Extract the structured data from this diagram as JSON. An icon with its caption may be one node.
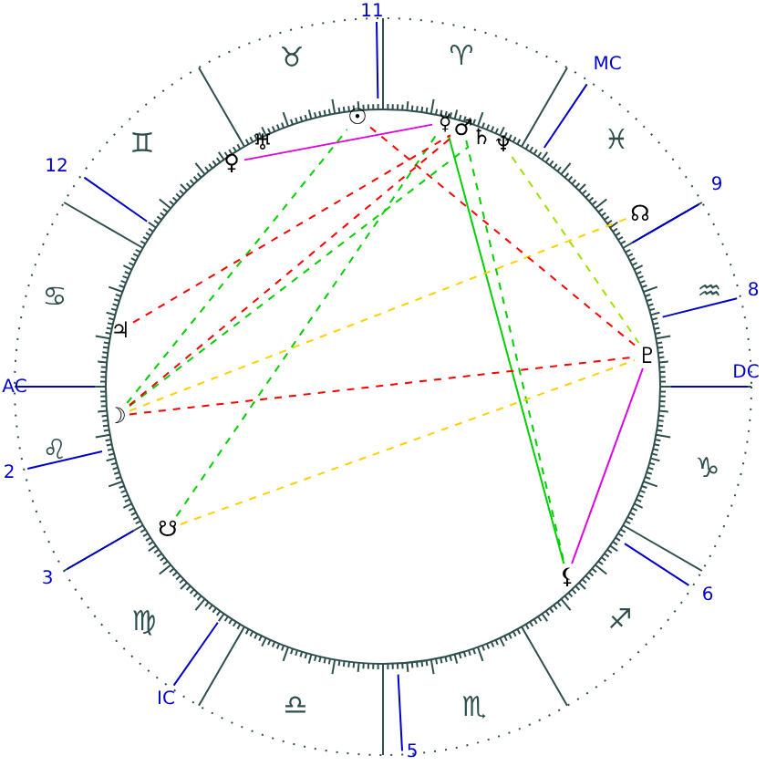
{
  "diagram": {
    "nodes": [
      {
        "text": [
          "☉"
        ]
      },
      {
        "text": [
          "♅"
        ]
      },
      {
        "text": [
          "♀"
        ]
      },
      {
        "text": [
          "☿"
        ]
      },
      {
        "text": [
          "♂"
        ]
      },
      {
        "text": [
          "♄"
        ]
      },
      {
        "text": [
          "♆"
        ]
      },
      {
        "text": [
          "☊"
        ]
      },
      {
        "text": [
          "♇"
        ]
      },
      {
        "text": [
          "♃"
        ]
      },
      {
        "text": [
          "☽"
        ]
      },
      {
        "text": [
          "☋"
        ]
      },
      {
        "text": [
          "⚸"
        ]
      }
    ],
    "edges": [
      {
        "from": 2,
        "to": 3,
        "arrow": "none",
        "color": "#e000e0"
      },
      {
        "from": 8,
        "to": 12,
        "arrow": "none",
        "color": "#e000e0"
      },
      {
        "from": 3,
        "to": 12,
        "arrow": "none",
        "color": "#00d000"
      },
      {
        "from": 4,
        "to": 12,
        "arrow": "none",
        "style": "dashed",
        "color": "#00d000"
      },
      {
        "from": 10,
        "to": 8,
        "arrow": "none",
        "style": "dashed",
        "color": "#ff0000"
      },
      {
        "from": 10,
        "to": 7,
        "arrow": "none",
        "style": "dashed",
        "color": "#ffd000"
      },
      {
        "from": 11,
        "to": 8,
        "arrow": "none",
        "style": "dashed",
        "color": "#ffd000"
      },
      {
        "from": 10,
        "to": 0,
        "arrow": "none",
        "style": "dashed",
        "color": "#00d000"
      },
      {
        "from": 10,
        "to": 5,
        "arrow": "none",
        "style": "dashed",
        "color": "#00d000"
      },
      {
        "from": 11,
        "to": 3,
        "arrow": "none",
        "style": "dashed",
        "color": "#00d000"
      },
      {
        "from": 9,
        "to": 4,
        "arrow": "none",
        "style": "dashed",
        "color": "#ff0000"
      },
      {
        "from": 0,
        "to": 8,
        "arrow": "none",
        "style": "dashed",
        "color": "#ff0000"
      },
      {
        "from": 6,
        "to": 8,
        "arrow": "none",
        "style": "dashed",
        "color": "#a0e000"
      },
      {
        "from": 10,
        "to": 4,
        "arrow": "none",
        "style": "dashed",
        "color": "#ff0000"
      }
    ],
    "labels": [
      "11",
      "♉",
      "♈",
      "MC",
      "♊",
      "♓",
      "9",
      "12",
      "♋",
      "♒",
      "8",
      "AC",
      "DC",
      "♌",
      "2",
      "♑",
      "3",
      "♍",
      "6",
      "♐",
      "IC",
      "♎",
      "♏",
      "5"
    ]
  }
}
